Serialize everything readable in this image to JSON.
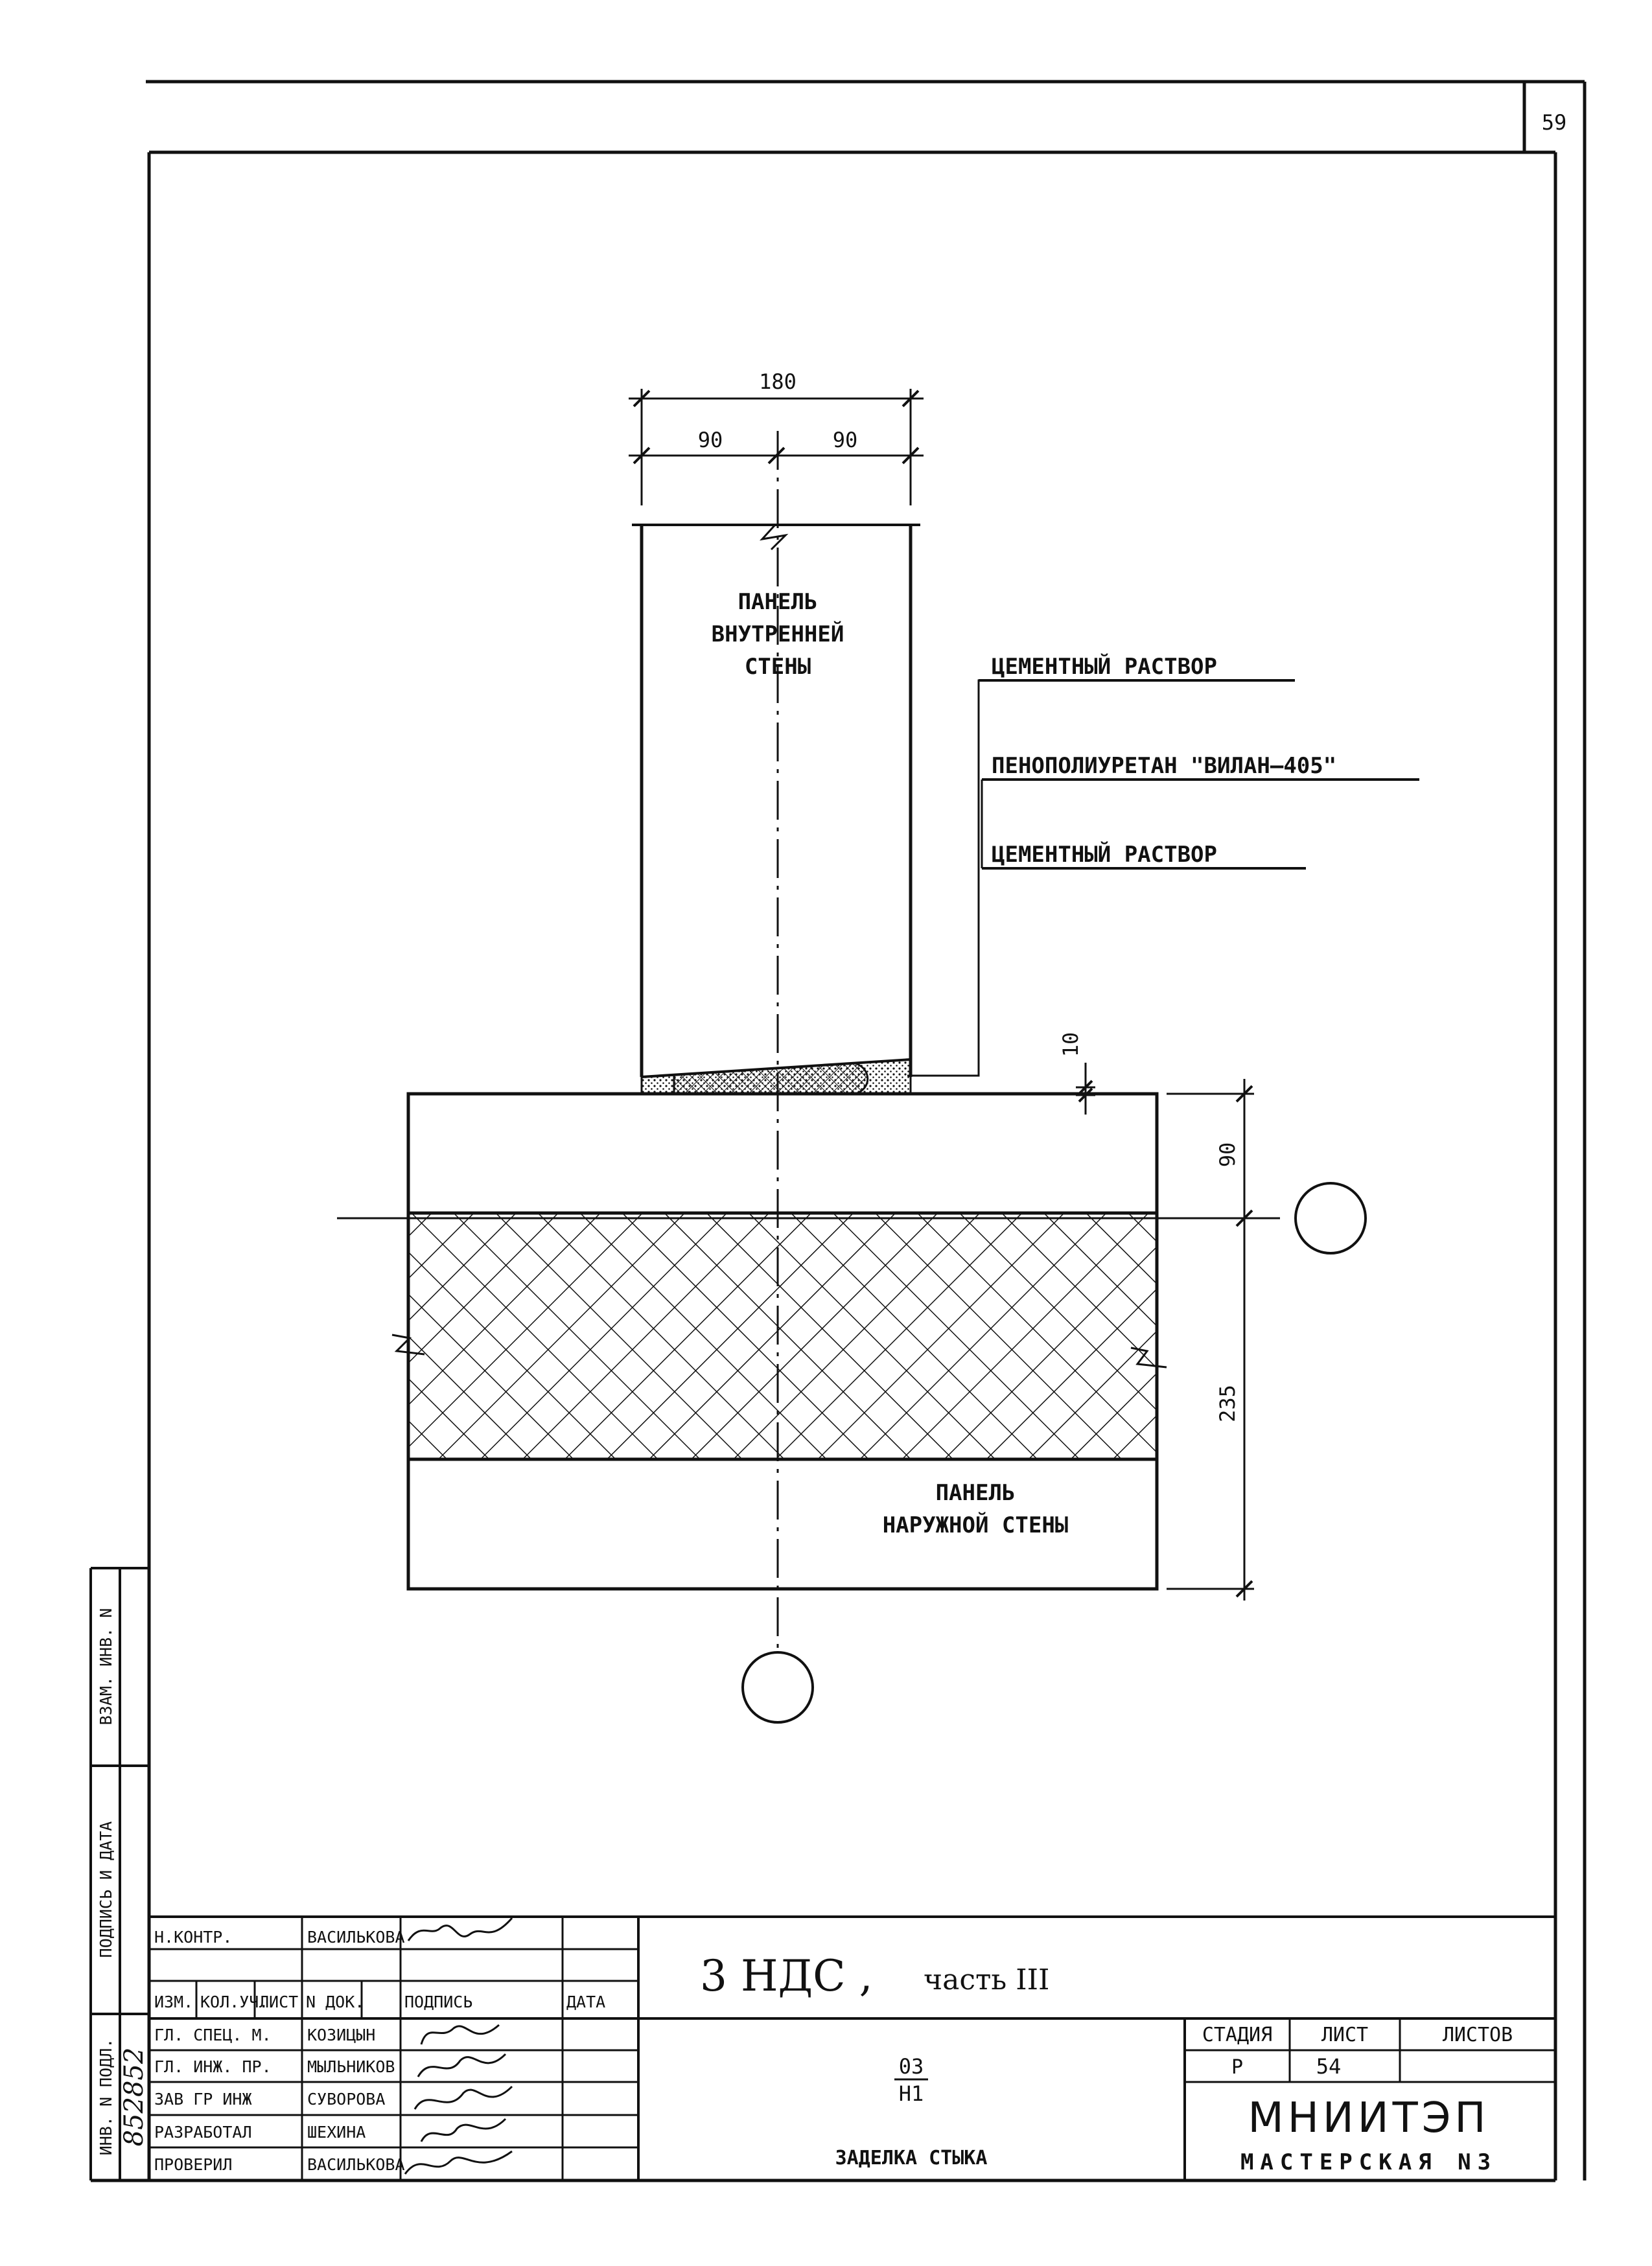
{
  "page_number": "59",
  "drawing": {
    "dims": {
      "total_width": "180",
      "half_left": "90",
      "half_right": "90",
      "gap": "10",
      "outer_top_layer": "90",
      "outer_insulation": "235"
    },
    "labels": {
      "inner_panel": [
        "ПАНЕЛЬ",
        "ВНУТРЕННЕЙ",
        "СТЕНЫ"
      ],
      "outer_panel": [
        "ПАНЕЛЬ",
        "НАРУЖНОЙ СТЕНЫ"
      ]
    },
    "callouts": [
      "ЦЕМЕНТНЫЙ РАСТВОР",
      "ПЕНОПОЛИУРЕТАН \"ВИЛАН–405\"",
      "ЦЕМЕНТНЫЙ РАСТВОР"
    ],
    "colors": {
      "ink": "#111111",
      "paper": "#ffffff"
    }
  },
  "side_stamp": {
    "labels": [
      "ИНВ. N ПОДЛ.",
      "ПОДПИСЬ И ДАТА",
      "ВЗАМ. ИНВ. N"
    ],
    "inventory_number": "852852"
  },
  "title_block": {
    "norm_control": {
      "role": "Н.КОНТР.",
      "name": "ВАСИЛЬКОВА"
    },
    "header": [
      "ИЗМ.",
      "КОЛ.УЧ.",
      "ЛИСТ",
      "N ДОК.",
      "ПОДПИСЬ",
      "ДАТА"
    ],
    "staff": [
      {
        "role": "ГЛ. СПЕЦ. М.",
        "name": "КОЗИЦЫН"
      },
      {
        "role": "ГЛ. ИНЖ. ПР.",
        "name": "МЫЛЬНИКОВ"
      },
      {
        "role": "ЗАВ ГР ИНЖ",
        "name": "СУВОРОВА"
      },
      {
        "role": "РАЗРАБОТАЛ",
        "name": "ШЕХИНА"
      },
      {
        "role": "ПРОВЕРИЛ",
        "name": "ВАСИЛЬКОВА"
      }
    ],
    "project_main": "3 НДС ,",
    "project_part": "часть III",
    "sheet_code_top": "03",
    "sheet_code_bottom": "Н1",
    "drawing_title": "ЗАДЕЛКА СТЫКА",
    "stage_label": "СТАДИЯ",
    "sheet_label": "ЛИСТ",
    "sheets_label": "ЛИСТОВ",
    "stage": "Р",
    "sheet": "54",
    "sheets": "",
    "organization": "МНИИТЭП",
    "workshop": "МАСТЕРСКАЯ N3"
  }
}
